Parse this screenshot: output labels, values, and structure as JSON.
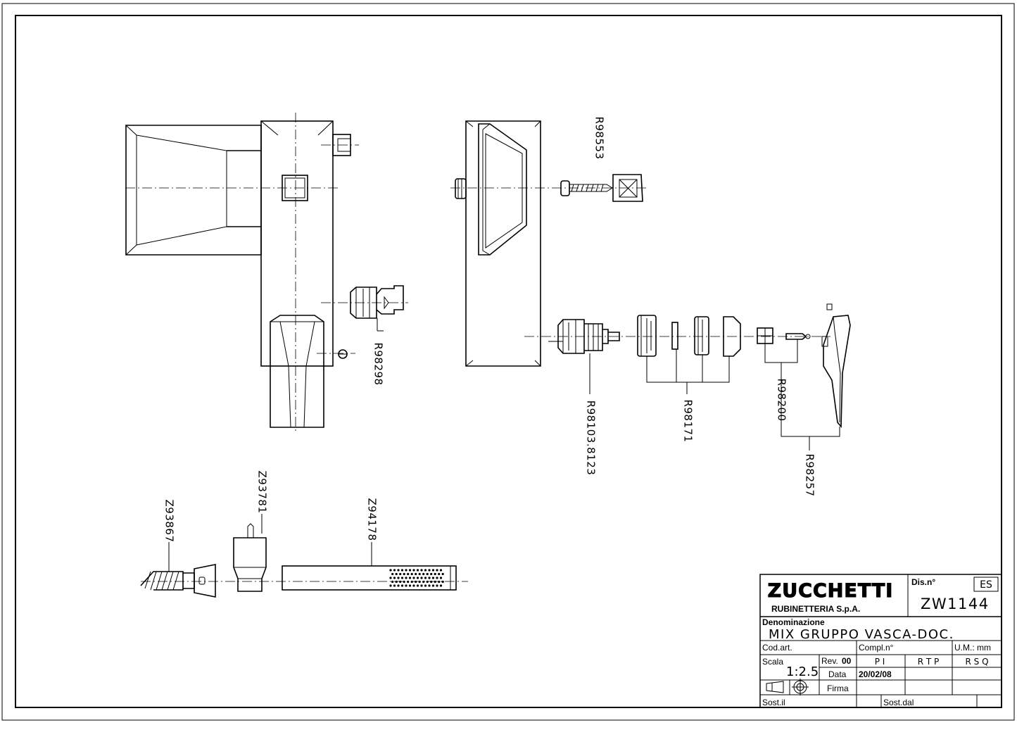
{
  "title_block": {
    "brand": "ZUCCHETTI",
    "company": "RUBINETTERIA S.p.A.",
    "drawing_no_label": "Dis.n°",
    "drawing_no": "ZW1144",
    "sheet_code": "ES",
    "denomination_label": "Denominazione",
    "denomination": "MIX GRUPPO VASCA-DOC.",
    "code_label": "Cod.art.",
    "compl_label": "Compl.n°",
    "um_label": "U.M.: mm",
    "scale_label": "Scala",
    "scale": "1:2.5",
    "rev_label": "Rev.",
    "rev": "00",
    "pi": "P I",
    "rtp": "R T P",
    "rsq": "R S Q",
    "date_label": "Data",
    "date": "20/02/08",
    "sign_label": "Firma",
    "replaces_label": "Sost.il",
    "replaced_by_label": "Sost.dal"
  },
  "part_labels": {
    "r98553": "R98553",
    "r98298": "R98298",
    "r98103": "R98103.8123",
    "r98171": "R98171",
    "r98200": "R98200",
    "r98257": "R98257",
    "z93867": "Z93867",
    "z93781": "Z93781",
    "z94178": "Z94178"
  }
}
